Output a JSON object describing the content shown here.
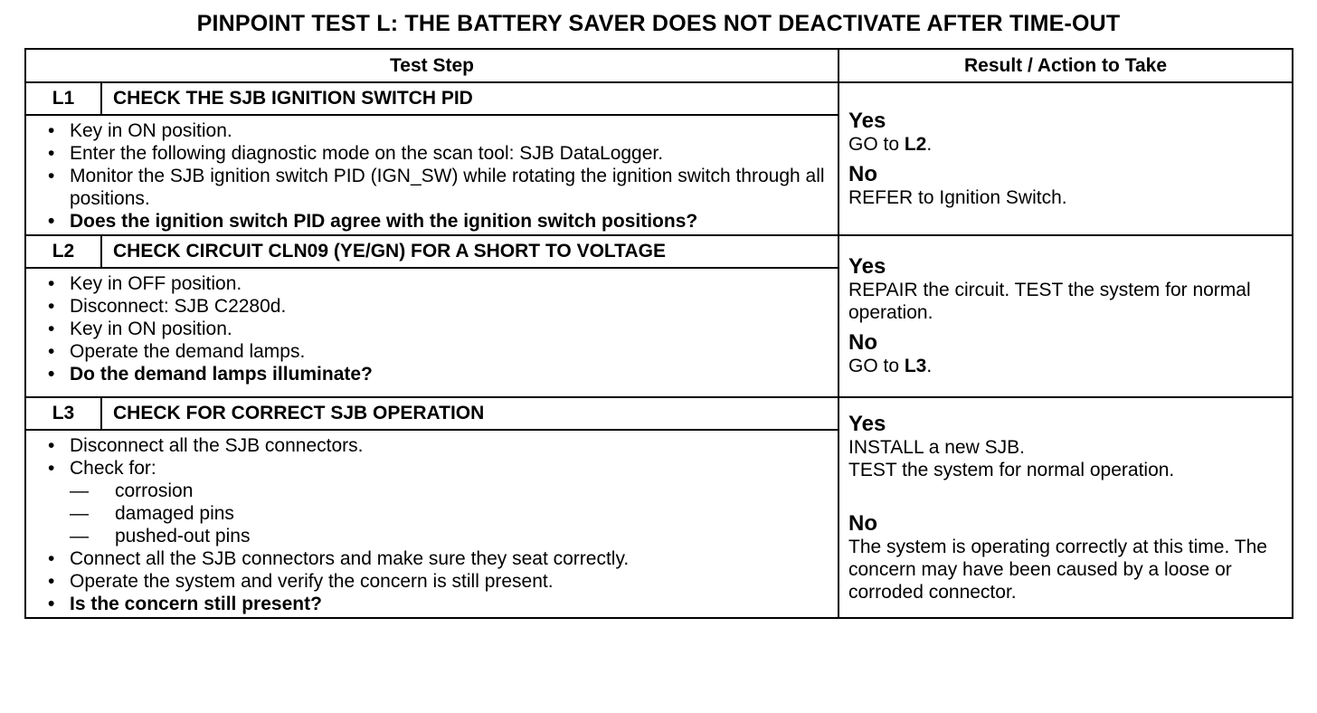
{
  "title": "PINPOINT TEST  L: THE BATTERY SAVER DOES NOT DEACTIVATE AFTER TIME-OUT",
  "headers": {
    "test_step": "Test Step",
    "result": "Result / Action to Take"
  },
  "steps": [
    {
      "id": "L1",
      "heading": "CHECK THE SJB IGNITION SWITCH PID",
      "bullets": [
        "Key in ON position.",
        "Enter the following diagnostic mode on the scan tool: SJB DataLogger.",
        "Monitor the SJB ignition switch PID (IGN_SW) while rotating the ignition switch through all positions."
      ],
      "question": "Does the ignition switch PID agree with the ignition switch positions?",
      "yes_label": "Yes",
      "yes_text_pre": "GO to ",
      "yes_text_bold": "L2",
      "yes_text_post": ".",
      "no_label": "No",
      "no_text": "REFER to Ignition Switch."
    },
    {
      "id": "L2",
      "heading": "CHECK CIRCUIT CLN09 (YE/GN) FOR A SHORT TO VOLTAGE",
      "bullets": [
        "Key in OFF position.",
        "Disconnect: SJB C2280d.",
        "Key in ON position.",
        "Operate the demand lamps."
      ],
      "question": "Do the demand lamps illuminate?",
      "yes_label": "Yes",
      "yes_text": "REPAIR the circuit. TEST the system for normal operation.",
      "no_label": "No",
      "no_text_pre": "GO to ",
      "no_text_bold": "L3",
      "no_text_post": "."
    },
    {
      "id": "L3",
      "heading": "CHECK FOR CORRECT SJB OPERATION",
      "bullets": [
        "Disconnect all the SJB connectors.",
        "Check for:",
        "Connect all the SJB connectors and make sure they seat correctly.",
        "Operate the system and verify the concern is still present."
      ],
      "subitems": [
        "corrosion",
        "damaged pins",
        "pushed-out pins"
      ],
      "question": "Is the concern still present?",
      "yes_label": "Yes",
      "yes_text_1": "INSTALL a new SJB.",
      "yes_text_2": "TEST the system for normal operation.",
      "no_label": "No",
      "no_text": "The system is operating correctly at this time. The concern may have been caused by a loose or corroded connector."
    }
  ],
  "bullet_glyph": "•",
  "dash_glyph": "—"
}
